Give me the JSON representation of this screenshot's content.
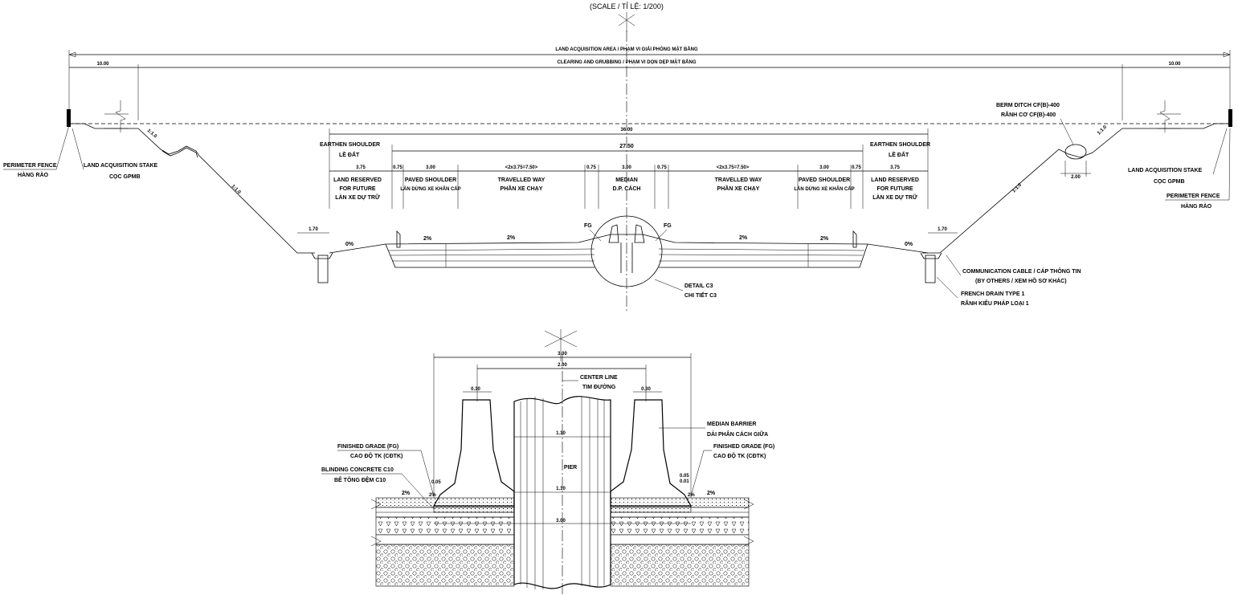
{
  "scale": "(SCALE / TỈ LỆ: 1/200)",
  "dimensions": {
    "land_acquisition_area": "LAND ACQUISITION AREA / PHẠM VI GIẢI PHÓNG MẶT BẰNG",
    "clearing_grubbing": "CLEARING AND GRUBBING / PHẠM VI DỌN DẸP MẶT BẰNG",
    "left_width": "10.00",
    "right_width": "10.00",
    "total_width": "36.00",
    "carriageway_width": "27.50",
    "reserved_left": "3.75",
    "shoulder_left_edge": "0.75",
    "paved_left": "3.00",
    "travelled_left": "<2x3.75=7.50>",
    "inner_left": "0.75",
    "median": "3.00",
    "inner_right": "0.75",
    "travelled_right": "<2x3.75=7.50>",
    "paved_right": "3.00",
    "shoulder_right_edge": "0.75",
    "reserved_right": "3.75",
    "drain_left": "1.70",
    "drain_right": "1.70",
    "ditch_width": "2.00"
  },
  "labels": {
    "earthen_shoulder_en": "EARTHEN SHOULDER",
    "earthen_shoulder_vi": "LỀ ĐẤT",
    "land_reserved_1": "LAND RESERVED",
    "land_reserved_2": "FOR FUTURE",
    "land_reserved_3": "LÀN XE DỰ TRỮ",
    "paved_shoulder_en": "PAVED SHOULDER",
    "paved_shoulder_vi": "LÀN DỪNG XE KHẨN CẤP",
    "travelled_way_en": "TRAVELLED WAY",
    "travelled_way_vi": "PHẦN XE CHẠY",
    "median_en": "MEDIAN",
    "median_vi": "D.P. CÁCH",
    "perimeter_fence_en": "PERIMETER FENCE",
    "perimeter_fence_vi": "HÀNG RÀO",
    "acq_stake_en": "LAND ACQUISITION STAKE",
    "acq_stake_vi": "CỌC GPMB",
    "berm_ditch_en": "BERM DITCH CF(B)-400",
    "berm_ditch_vi": "RÃNH CƠ CF(B)-400",
    "comm_cable_en": "COMMUNICATION CABLE / CÁP THÔNG TIN",
    "comm_cable_vi": "(BY OTHERS / XEM HỒ SƠ KHÁC)",
    "french_drain_en": "FRENCH DRAIN TYPE 1",
    "french_drain_vi": "RÃNH KIỂU PHÁP LOẠI 1",
    "detail_en": "DETAIL C3",
    "detail_vi": "CHI TIẾT C3",
    "slope_1_1": "1:1.0",
    "slope_1_2": "1:1.0",
    "slope_1_3": "1:1.0",
    "slope_1_4": "1:1.0",
    "pct_0": "0%",
    "pct_2": "2%",
    "fg": "FG"
  },
  "detail": {
    "total": "3.00",
    "inner": "2.00",
    "top_left": "0.30",
    "top_right": "0.30",
    "center_line_en": "CENTER LINE",
    "center_line_vi": "TIM ĐƯỜNG",
    "median_barrier_en": "MEDIAN BARRIER",
    "median_barrier_vi": "DẢI PHÂN CÁCH GIỮA",
    "finished_grade_en": "FINISHED GRADE (FG)",
    "finished_grade_vi": "CAO ĐỘ TK (CĐTK)",
    "blinding_en": "BLINDING CONCRETE C10",
    "blinding_vi": "BÊ TÔNG ĐỆM C10",
    "pier": "PIER",
    "dim_110a": "1.10",
    "dim_110b": "1.10",
    "dim_300": "3.00",
    "small_left": "0.05",
    "small_right_1": "0.05",
    "small_right_2": "0.01",
    "slope_left": "2%",
    "slope_right": "2%",
    "slope_small_l": "2%",
    "slope_small_r": "2%"
  }
}
